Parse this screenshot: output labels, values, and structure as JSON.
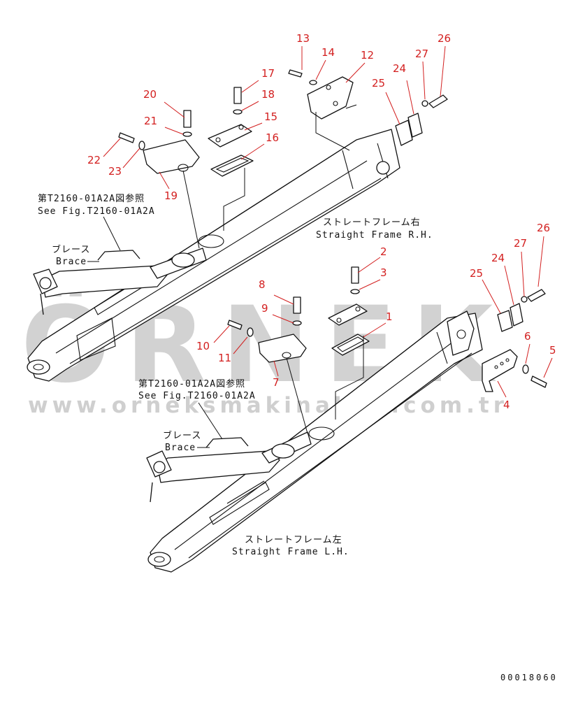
{
  "watermark": {
    "brand": "ÖRNEK",
    "url": "www.orneksmakinalari.com.tr"
  },
  "document_number": "00018060",
  "labels": {
    "see_fig_jp_upper": "第T2160-01A2A図参照",
    "see_fig_en_upper": "See Fig.T2160-01A2A",
    "brace_jp_upper": "ブレース",
    "brace_en_upper": "Brace",
    "frame_rh_jp": "ストレートフレーム右",
    "frame_rh_en": "Straight Frame R.H.",
    "see_fig_jp_lower": "第T2160-01A2A図参照",
    "see_fig_en_lower": "See Fig.T2160-01A2A",
    "brace_jp_lower": "ブレース",
    "brace_en_lower": "Brace",
    "frame_lh_jp": "ストレートフレーム左",
    "frame_lh_en": "Straight Frame L.H."
  },
  "callouts_upper": {
    "c13": "13",
    "c14": "14",
    "c12": "12",
    "c26": "26",
    "c27": "27",
    "c24": "24",
    "c25": "25",
    "c17": "17",
    "c18": "18",
    "c15": "15",
    "c16": "16",
    "c20": "20",
    "c21": "21",
    "c22": "22",
    "c23": "23",
    "c19": "19"
  },
  "callouts_lower": {
    "c2": "2",
    "c3": "3",
    "c1": "1",
    "c26": "26",
    "c27": "27",
    "c24": "24",
    "c25": "25",
    "c8": "8",
    "c9": "9",
    "c10": "10",
    "c11": "11",
    "c7": "7",
    "c6": "6",
    "c5": "5",
    "c4": "4"
  }
}
